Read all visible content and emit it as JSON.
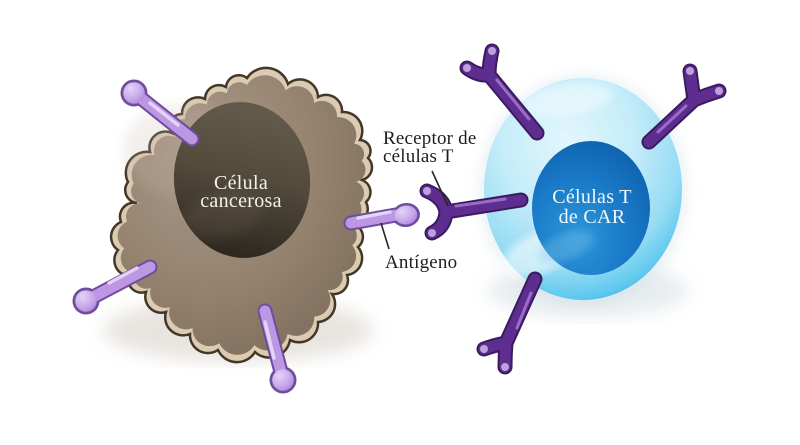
{
  "diagram": {
    "labels": {
      "cancer_cell_line1": "Célula",
      "cancer_cell_line2": "cancerosa",
      "car_t_cell_line1": "Células T",
      "car_t_cell_line2": "de CAR",
      "receptor_line1": "Receptor de",
      "receptor_line2": "células T",
      "antigen": "Antígeno"
    },
    "colors": {
      "background": "#ffffff",
      "cancer_cell_body": "#94826f",
      "cancer_cell_rim": "#dbcbb2",
      "cancer_cell_outline": "#443728",
      "cancer_nucleus": "#4a4336",
      "t_cell_body": "#97dcf4",
      "t_cell_rim": "#2aa2d4",
      "t_cell_nucleus": "#1878c6",
      "antigen_fill": "#bd97e4",
      "antigen_outline": "#6f4d9d",
      "receptor_fill": "#5d2d90",
      "receptor_outline": "#3a1b5e",
      "annotation_text": "#221d18",
      "cell_label_text": "#f5f1e6"
    }
  }
}
